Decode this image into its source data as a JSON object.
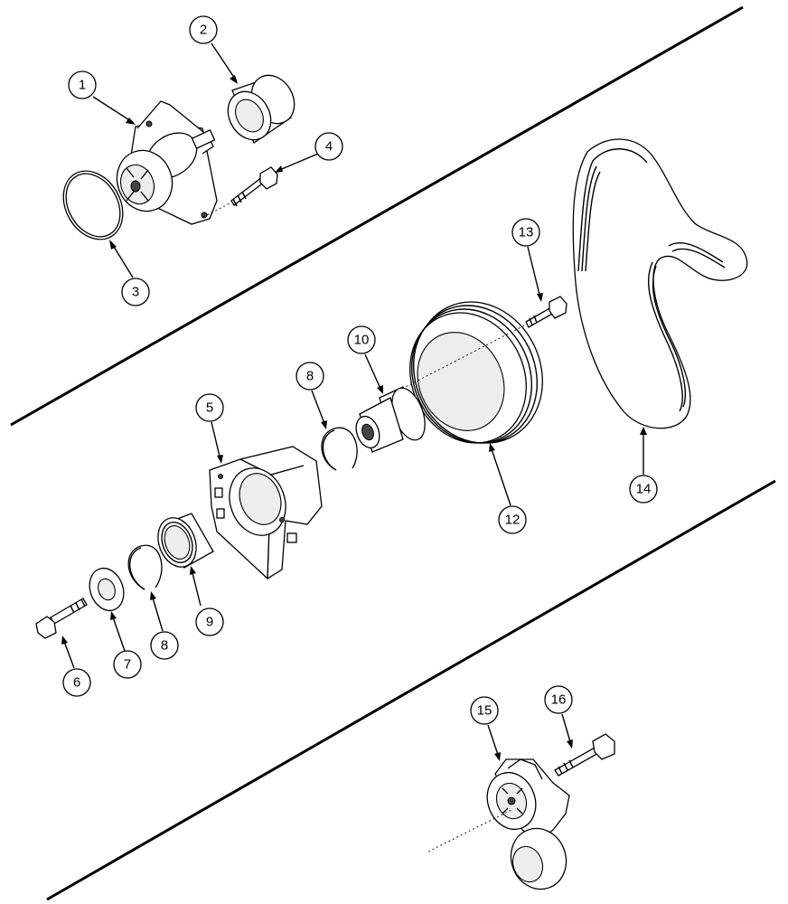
{
  "callouts": [
    {
      "id": "c1",
      "label": "1"
    },
    {
      "id": "c2",
      "label": "2"
    },
    {
      "id": "c3",
      "label": "3"
    },
    {
      "id": "c4",
      "label": "4"
    },
    {
      "id": "c5",
      "label": "5"
    },
    {
      "id": "c6",
      "label": "6"
    },
    {
      "id": "c7",
      "label": "7"
    },
    {
      "id": "c8a",
      "label": "8"
    },
    {
      "id": "c8b",
      "label": "8"
    },
    {
      "id": "c9",
      "label": "9"
    },
    {
      "id": "c10",
      "label": "10"
    },
    {
      "id": "c12",
      "label": "12"
    },
    {
      "id": "c13",
      "label": "13"
    },
    {
      "id": "c14",
      "label": "14"
    },
    {
      "id": "c15",
      "label": "15"
    },
    {
      "id": "c16",
      "label": "16"
    }
  ],
  "colors": {
    "line": "#000000",
    "background": "#ffffff"
  }
}
